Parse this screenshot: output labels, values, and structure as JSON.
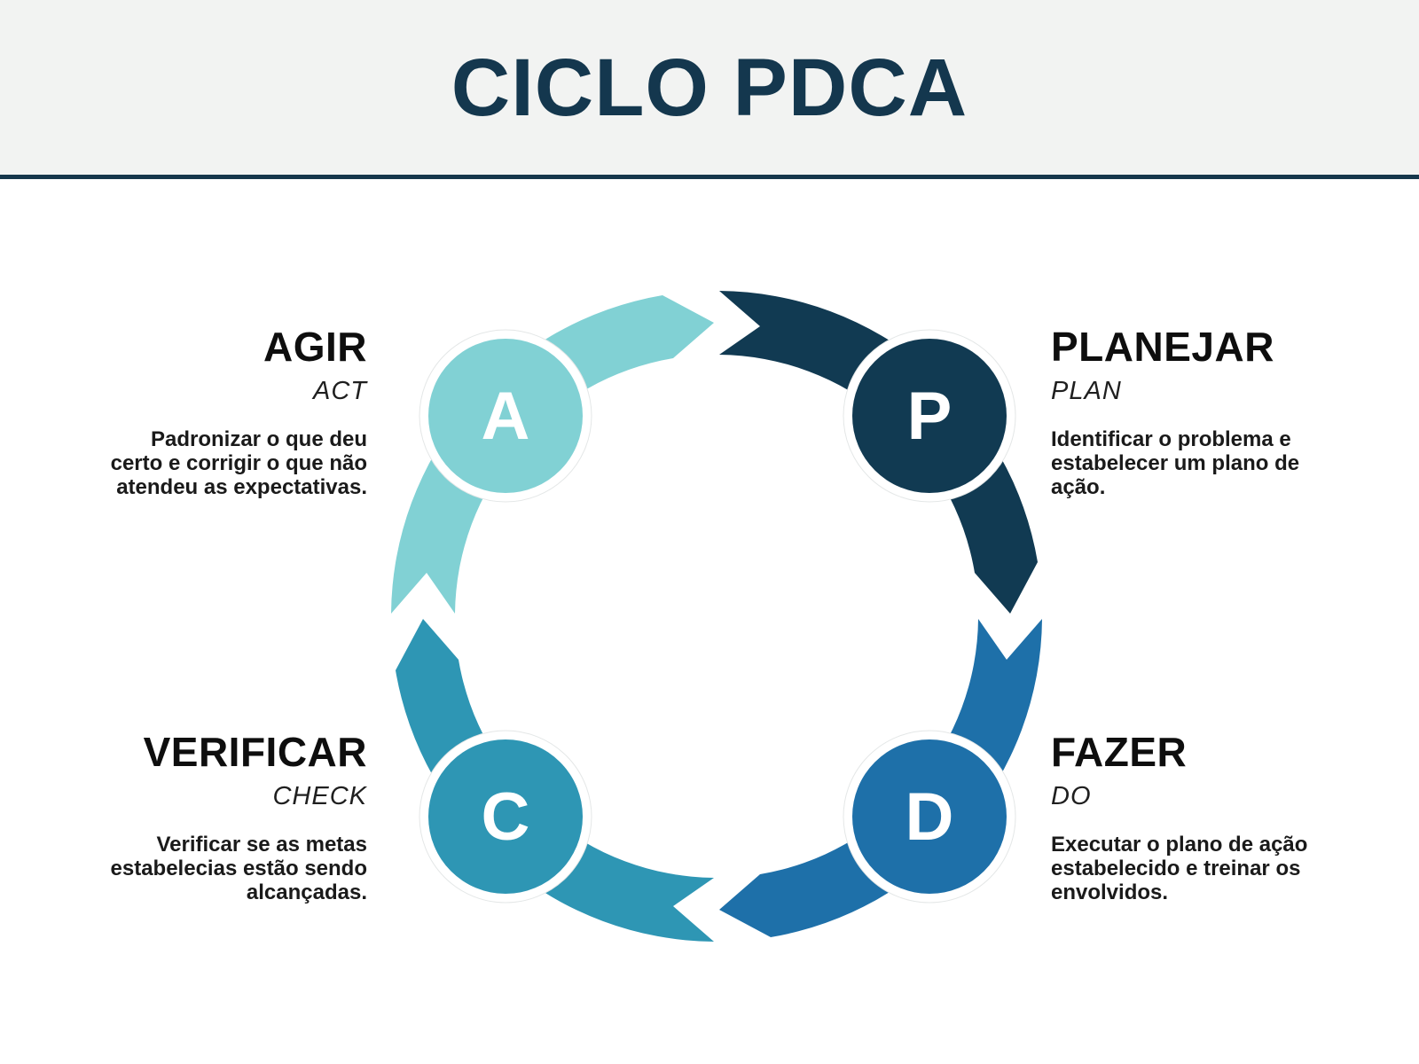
{
  "header": {
    "title": "CICLO PDCA",
    "title_color": "#14374e",
    "background": "#f2f3f2",
    "divider_color": "#16374c"
  },
  "diagram": {
    "description": "PDCA cycle with four clockwise arc arrows and lettered nodes",
    "segments": [
      {
        "id": "plan",
        "letter": "P",
        "color": "#113a52"
      },
      {
        "id": "do",
        "letter": "D",
        "color": "#1e70a9"
      },
      {
        "id": "check",
        "letter": "C",
        "color": "#2e96b4"
      },
      {
        "id": "act",
        "letter": "A",
        "color": "#81d1d4"
      }
    ],
    "letter_color": "#ffffff",
    "ring_color": "#ffffff"
  },
  "blocks": [
    {
      "id": "planejar",
      "title": "PLANEJAR",
      "subtitle": "PLAN",
      "body_lines": [
        "Identificar o problema e",
        "estabelecer um plano de",
        "ação."
      ]
    },
    {
      "id": "fazer",
      "title": "FAZER",
      "subtitle": "DO",
      "body_lines": [
        "Executar o plano de ação",
        "estabelecido e treinar os",
        "envolvidos."
      ]
    },
    {
      "id": "agir",
      "title": "AGIR",
      "subtitle": "ACT",
      "body_lines": [
        "Padronizar o que deu",
        "certo e corrigir o que não",
        "atendeu as expectativas."
      ]
    },
    {
      "id": "verificar",
      "title": "VERIFICAR",
      "subtitle": "CHECK",
      "body_lines": [
        "Verificar se as metas",
        "estabelecias estão sendo",
        "alcançadas."
      ]
    }
  ]
}
